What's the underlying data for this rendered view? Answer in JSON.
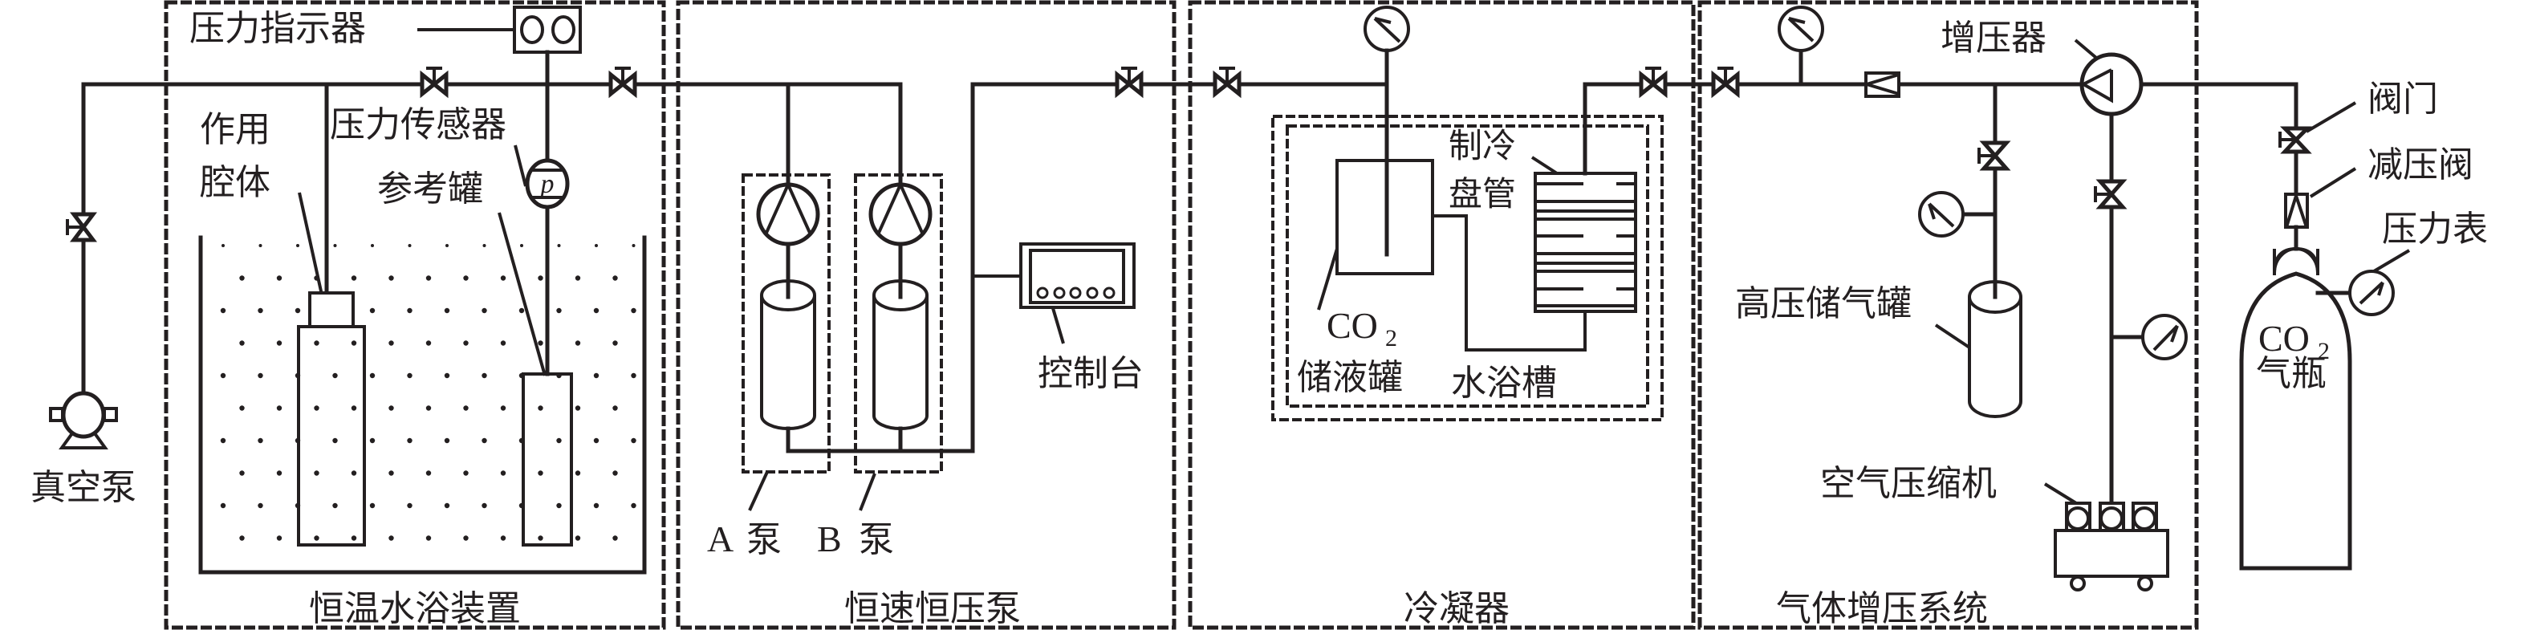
{
  "diagram": {
    "sections": {
      "water_bath": "恒温水浴装置",
      "pump": "恒速恒压泵",
      "condenser": "冷凝器",
      "booster_system": "气体增压系统"
    },
    "labels": {
      "vacuum_pump": "真空泵",
      "pressure_indicator": "压力指示器",
      "pressure_sensor": "压力传感器",
      "chamber_line1": "作用",
      "chamber_line2": "腔体",
      "reference_tank": "参考罐",
      "sensor_symbol": "p",
      "pump_a_letter": "A",
      "pump_b_letter": "B",
      "pump_word": "泵",
      "console": "控制台",
      "co2_prefix": "CO",
      "co2_sub": "2",
      "liquid_tank": "储液罐",
      "cooling_coil_line1": "制冷",
      "cooling_coil_line2": "盘管",
      "water_tank": "水浴槽",
      "booster": "增压器",
      "hp_tank": "高压储气罐",
      "air_compressor": "空气压缩机",
      "valve": "阀门",
      "reducing_valve": "减压阀",
      "pressure_gauge": "压力表",
      "cylinder_line2": "气瓶"
    },
    "colors": {
      "line": "#231f20",
      "background": "#ffffff"
    }
  }
}
